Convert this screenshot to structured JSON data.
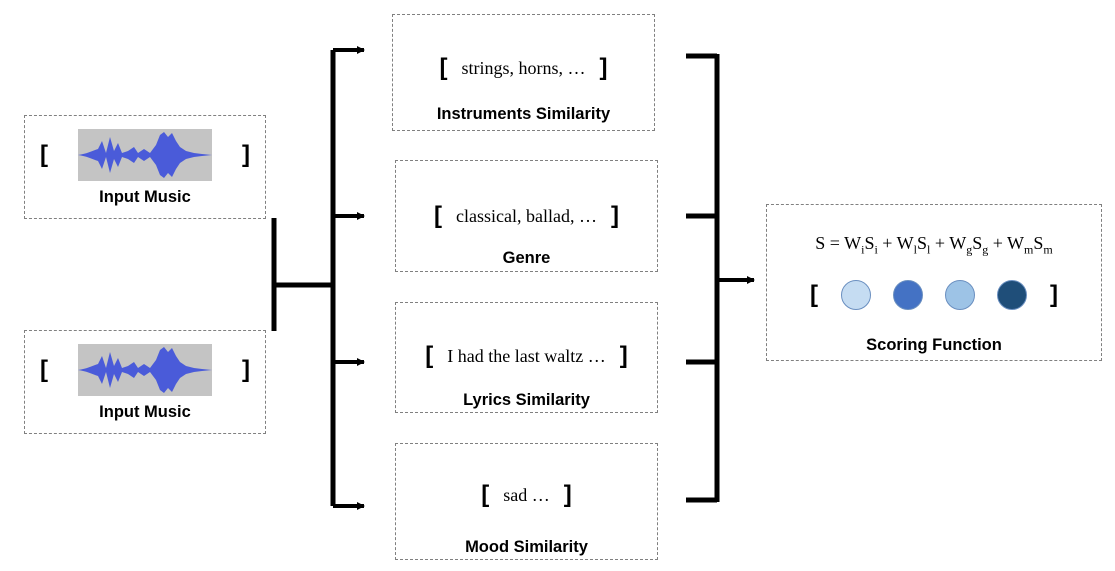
{
  "inputs": [
    {
      "label": "Input Music",
      "open_bracket": "[",
      "close_bracket": "]"
    },
    {
      "label": "Input Music",
      "open_bracket": "[",
      "close_bracket": "]"
    }
  ],
  "features": [
    {
      "label": "Instruments Similarity",
      "example": "strings, horns, …",
      "open_bracket": "[",
      "close_bracket": "]"
    },
    {
      "label": "Genre",
      "example": "classical, ballad, …",
      "open_bracket": "[",
      "close_bracket": "]"
    },
    {
      "label": "Lyrics Similarity",
      "example": "I had the last waltz …",
      "open_bracket": "[",
      "close_bracket": "]"
    },
    {
      "label": "Mood Similarity",
      "example": "sad …",
      "open_bracket": "[",
      "close_bracket": "]"
    }
  ],
  "scoring": {
    "label": "Scoring Function",
    "formula": {
      "lhs": "S =",
      "terms": [
        {
          "w": "W",
          "ws": "i",
          "s": "S",
          "ss": "i"
        },
        {
          "w": "W",
          "ws": "l",
          "s": "S",
          "ss": "l"
        },
        {
          "w": "W",
          "ws": "g",
          "s": "S",
          "ss": "g"
        },
        {
          "w": "W",
          "ws": "m",
          "s": "S",
          "ss": "m"
        }
      ],
      "operator": "+"
    },
    "open_bracket": "[",
    "close_bracket": "]",
    "weight_colors": [
      "#c5dcf2",
      "#4472c4",
      "#9dc3e6",
      "#1f4e79"
    ]
  },
  "colors": {
    "wave_fill": "#4a5bd9",
    "wave_background": "#c4c4c4",
    "line": "#000000",
    "dashed_border": "#808080"
  }
}
